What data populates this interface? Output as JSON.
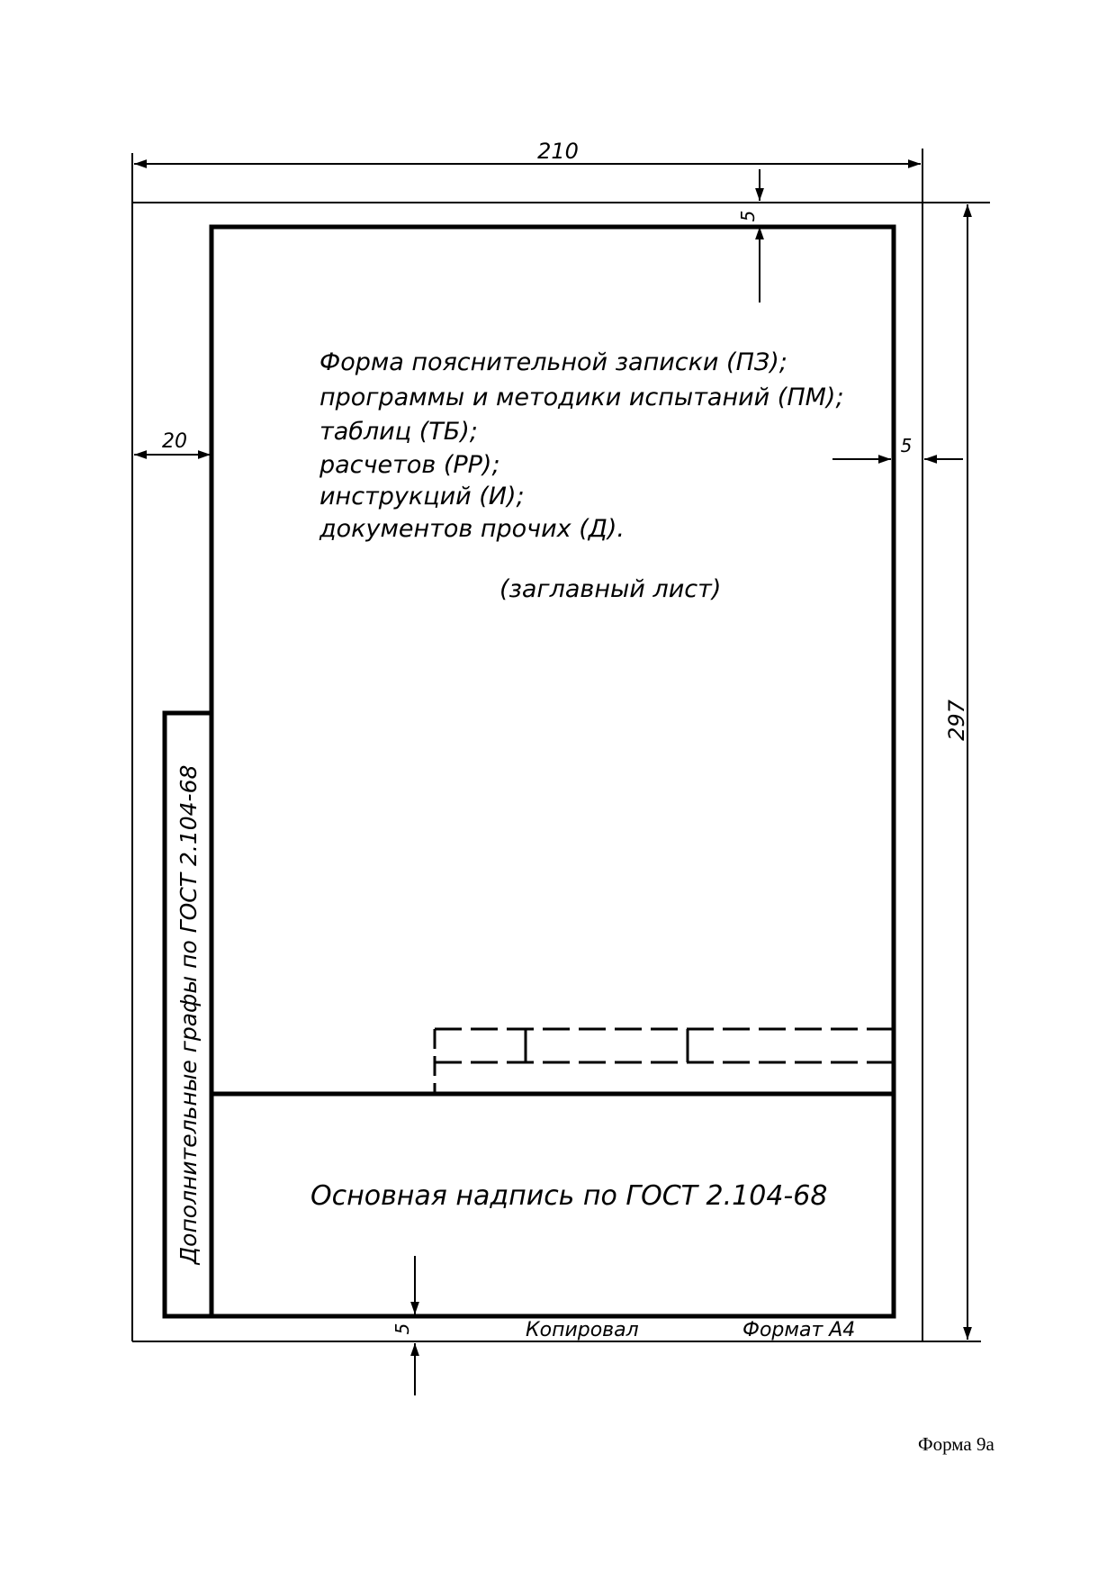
{
  "dimensions": {
    "width": "210",
    "height": "297",
    "left_margin": "20",
    "top_margin": "5",
    "right_margin": "5",
    "bottom_margin": "5"
  },
  "content": {
    "lines": [
      "Форма пояснительной записки (ПЗ);",
      "программы и методики испытаний (ПМ);",
      "таблиц (ТБ);",
      "расчетов (РР);",
      "инструкций (И);",
      "документов прочих (Д)."
    ],
    "title_note": "(заглавный лист)"
  },
  "side_strip": {
    "label": "Дополнительные графы по ГОСТ 2.104-68"
  },
  "title_block": {
    "label": "Основная надпись по ГОСТ 2.104-68"
  },
  "footer": {
    "copied": "Копировал",
    "format": "Формат А4"
  },
  "form_label": "Форма 9а"
}
